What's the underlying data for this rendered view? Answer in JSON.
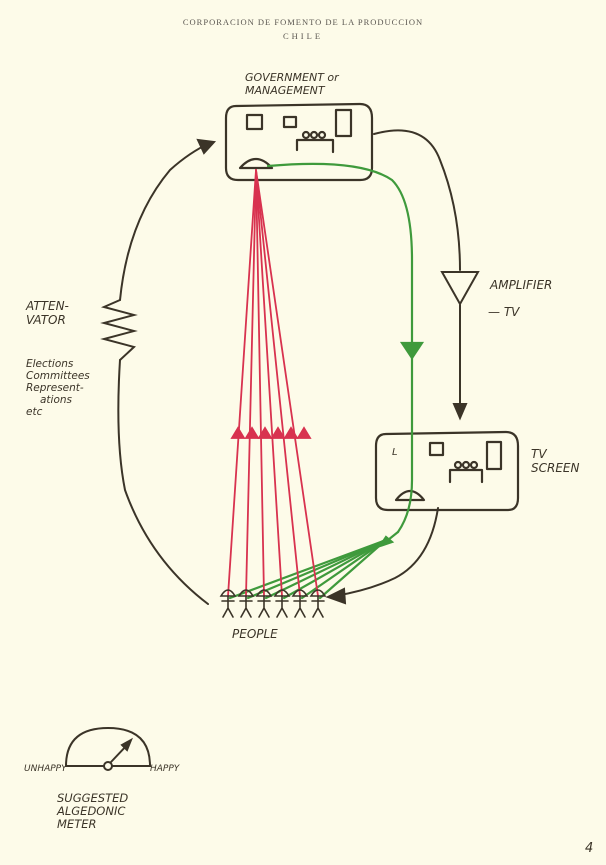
{
  "letterhead": {
    "line1": "CORPORACION DE FOMENTO DE LA PRODUCCION",
    "line2": "CHILE"
  },
  "labels": {
    "government_line1": "GOVERNMENT or",
    "government_line2": "MANAGEMENT",
    "amplifier": "AMPLIFIER",
    "amplifier_tv": "— TV",
    "tv_line1": "TV",
    "tv_line2": "SCREEN",
    "attenuator_line1": "ATTEN-",
    "attenuator_line2": "VATOR",
    "channels_line1": "Elections",
    "channels_line2": "Committees",
    "channels_line3": "Represent-",
    "channels_line4": "ations",
    "channels_line5": "etc",
    "people": "PEOPLE",
    "meter_unhappy": "UNHAPPY",
    "meter_happy": "HAPPY",
    "meter_caption1": "SUGGESTED",
    "meter_caption2": "ALGEDONIC",
    "meter_caption3": "METER",
    "tv_screen_letter": "L",
    "page_number": "4"
  },
  "colors": {
    "ink": "#3b3428",
    "red_channel": "#d8324f",
    "green_channel": "#3f9a3c",
    "paper": "#fdfbe9"
  }
}
